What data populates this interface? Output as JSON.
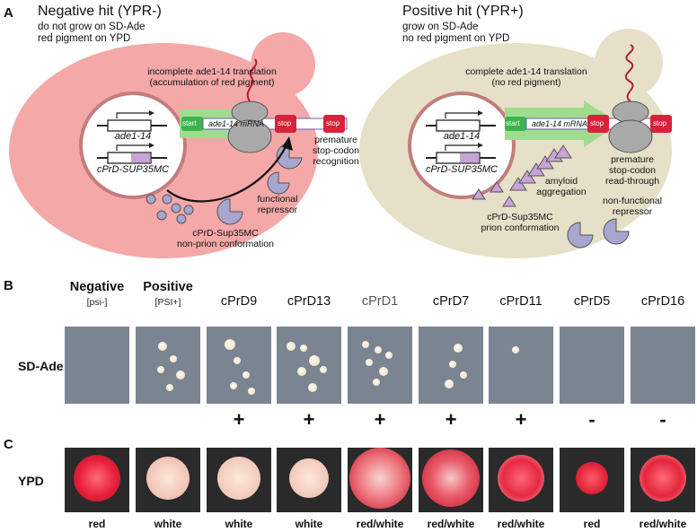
{
  "panel_a": {
    "letter": "A",
    "negative": {
      "title": "Negative hit (YPR-)",
      "line1": "do not grow on SD-Ade",
      "line2": "red pigment on YPD",
      "translation_line1": "incomplete ade1-14 translation",
      "translation_line2": "(accumulation of red pigment)",
      "gene1": "ade1-14",
      "gene2": "cPrD-SUP35MC",
      "start": "start",
      "mrna": "ade1-14 mRNA",
      "stop1": "stop",
      "stop2": "stop",
      "premature_line1": "premature",
      "premature_line2": "stop-codon",
      "premature_line3": "recognition",
      "repressor_line1": "functional",
      "repressor_line2": "repressor",
      "conf_line1": "cPrD-Sup35MC",
      "conf_line2": "non-prion conformation"
    },
    "positive": {
      "title": "Positive hit (YPR+)",
      "line1": "grow on SD-Ade",
      "line2": "no red pigment on YPD",
      "translation_line1": "complete ade1-14 translation",
      "translation_line2": "(no red pigment)",
      "gene1": "ade1-14",
      "gene2": "cPrD-SUP35MC",
      "start": "start",
      "mrna": "ade1-14 mRNA",
      "stop1": "stop",
      "stop2": "stop",
      "premature_line1": "premature",
      "premature_line2": "stop-codon",
      "premature_line3": "read-through",
      "amyloid_line1": "amyloid",
      "amyloid_line2": "aggregation",
      "repressor_line1": "non-functional",
      "repressor_line2": "repressor",
      "conf_line1": "cPrD-Sup35MC",
      "conf_line2": "prion conformation"
    },
    "colors": {
      "negative_cell": "#f4a8a8",
      "positive_cell": "#e6e0c8",
      "stop": "#d8213a",
      "start": "#3ab54a",
      "ribosome": "#a9a9a9",
      "repressor": "#a7a6cf"
    }
  },
  "panel_b": {
    "letter": "B",
    "row_label": "SD-Ade",
    "columns": [
      {
        "name": "Negative",
        "sub": "[psi-]",
        "bold": true,
        "sign": ""
      },
      {
        "name": "Positive",
        "sub": "[PSI+]",
        "bold": true,
        "sign": ""
      },
      {
        "name": "cPrD9",
        "sub": "",
        "bold": false,
        "sign": "+"
      },
      {
        "name": "cPrD13",
        "sub": "",
        "bold": false,
        "sign": "+"
      },
      {
        "name": "cPrD1",
        "sub": "",
        "bold": false,
        "sign": "+"
      },
      {
        "name": "cPrD7",
        "sub": "",
        "bold": false,
        "sign": "+"
      },
      {
        "name": "cPrD11",
        "sub": "",
        "bold": false,
        "sign": "+"
      },
      {
        "name": "cPrD5",
        "sub": "",
        "bold": false,
        "sign": "-"
      },
      {
        "name": "cPrD16",
        "sub": "",
        "bold": false,
        "sign": "-"
      }
    ]
  },
  "panel_c": {
    "letter": "C",
    "row_label": "YPD",
    "colony_labels": [
      "red",
      "white",
      "white",
      "white",
      "red/white",
      "red/white",
      "red/white",
      "red",
      "red/white"
    ]
  }
}
